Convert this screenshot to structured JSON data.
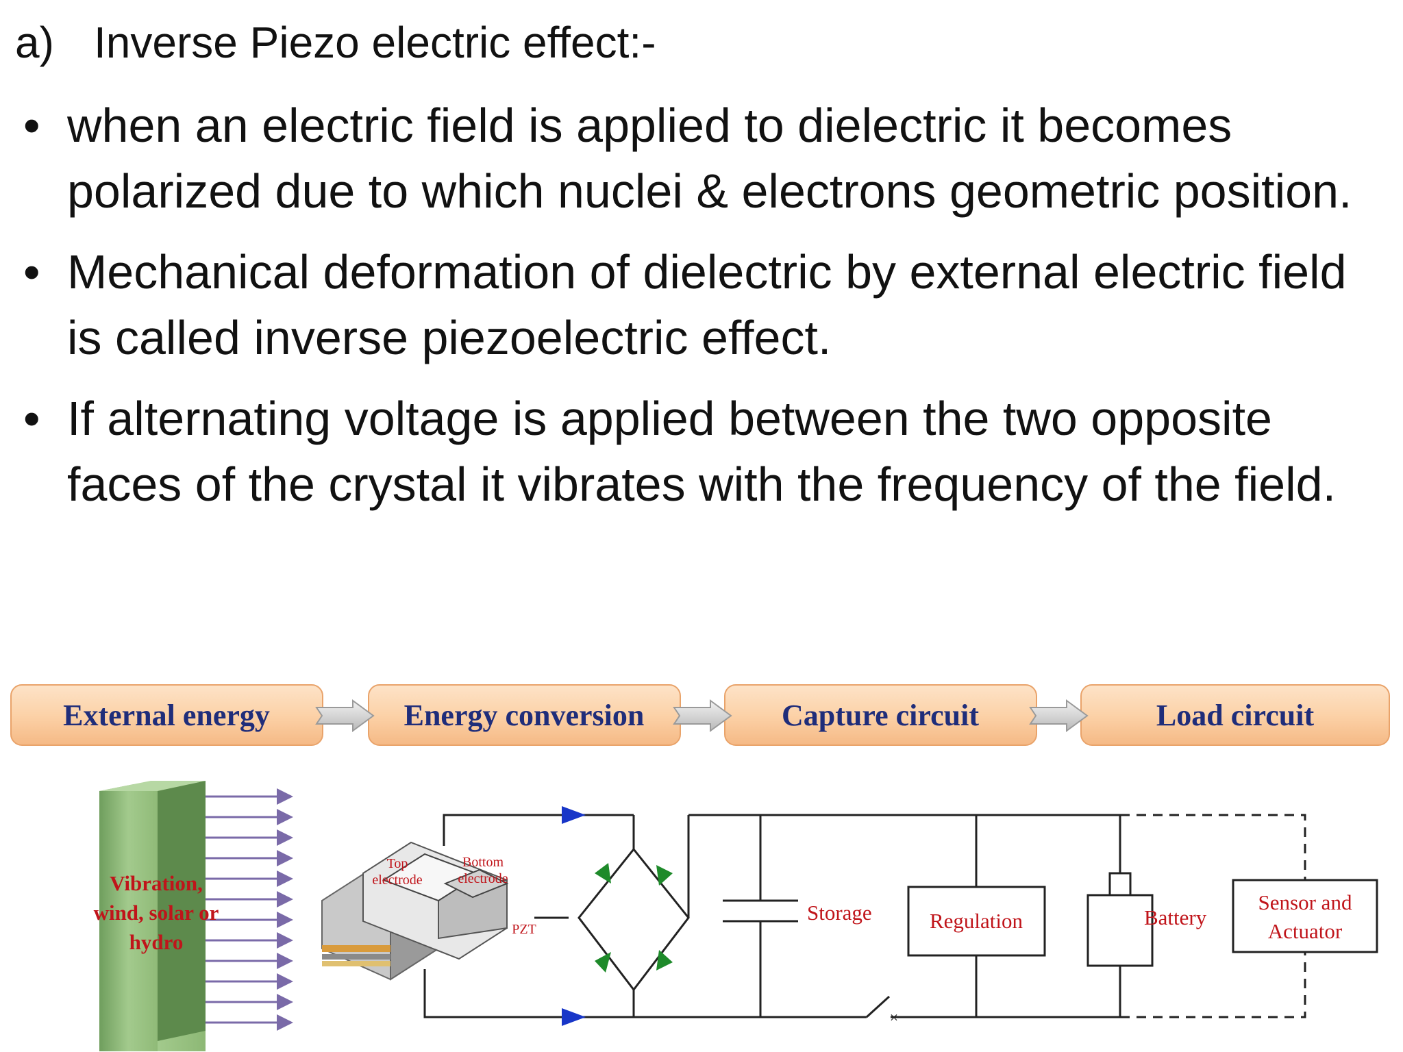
{
  "heading": {
    "marker": "a)",
    "text": "Inverse Piezo electric effect:-"
  },
  "bullets": [
    {
      "text": "when an electric field is applied to dielectric it becomes polarized due to which nuclei & electrons geometric position."
    },
    {
      "text": "Mechanical deformation of dielectric by external electric field is called inverse piezoelectric effect."
    },
    {
      "text": "If alternating voltage is applied between the two opposite faces of the crystal it vibrates with the frequency of the field."
    }
  ],
  "diagram": {
    "stages": [
      "External energy",
      "Energy conversion",
      "Capture circuit",
      "Load circuit"
    ],
    "source_label": [
      "Vibration,",
      "wind, solar or",
      "hydro"
    ],
    "electrode_top": [
      "Top",
      "electrode"
    ],
    "electrode_bottom": [
      "Bottom",
      "electrode"
    ],
    "pzt_label": "PZT",
    "storage_label": "Storage",
    "regulation_label": "Regulation",
    "battery_label": "Battery",
    "sensor_label": [
      "Sensor and",
      "Actuator"
    ],
    "colors": {
      "stage_fill": "#fcd2a8",
      "stage_text": "#1f2d7a",
      "red_label": "#c0141a",
      "arrow_blue": "#1836c8",
      "slab_green": "#8db875"
    }
  }
}
